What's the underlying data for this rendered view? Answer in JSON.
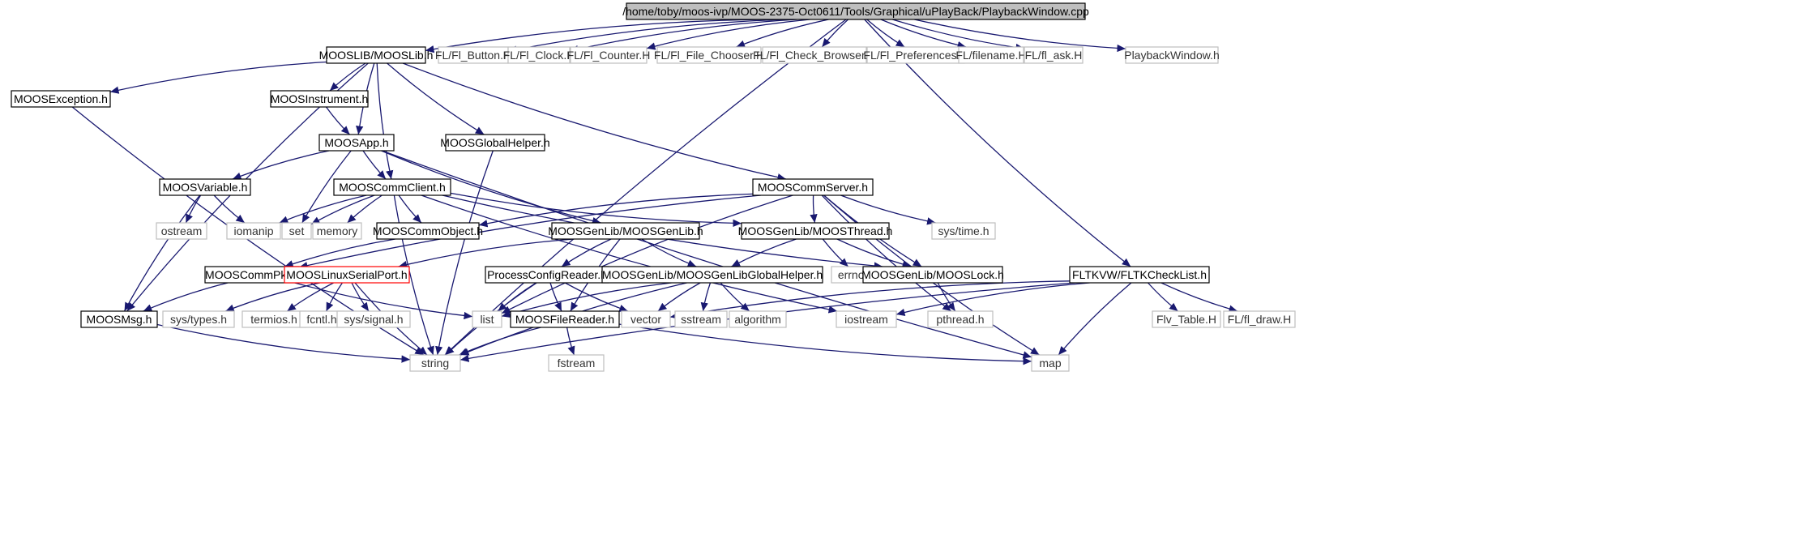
{
  "colors": {
    "edge": "#191970",
    "box_stroke": "#000000",
    "box_stroke_gray": "#bfbfbf",
    "box_stroke_red": "#ff0000",
    "text": "#000000",
    "text_gray": "#333333",
    "root_fill": "#bfbfbf"
  },
  "nodes": [
    {
      "id": "root",
      "label": "/home/toby/moos-ivp/MOOS-2375-Oct0611/Tools/Graphical/uPlayBack/PlaybackWindow.cpp",
      "style": "root"
    },
    {
      "id": "moosliblib",
      "label": "MOOSLIB/MOOSLib.h",
      "style": "normal"
    },
    {
      "id": "flbutton",
      "label": "FL/Fl_Button.H",
      "style": "gray"
    },
    {
      "id": "flclock",
      "label": "FL/Fl_Clock.H",
      "style": "gray"
    },
    {
      "id": "flcounter",
      "label": "FL/Fl_Counter.H",
      "style": "gray"
    },
    {
      "id": "flfilechooser",
      "label": "FL/Fl_File_Chooser.H",
      "style": "gray"
    },
    {
      "id": "flcheckbrowser",
      "label": "FL/Fl_Check_Browser.H",
      "style": "gray"
    },
    {
      "id": "flpreferences",
      "label": "FL/Fl_Preferences.H",
      "style": "gray"
    },
    {
      "id": "flfilename",
      "label": "FL/filename.H",
      "style": "gray"
    },
    {
      "id": "flask",
      "label": "FL/fl_ask.H",
      "style": "gray"
    },
    {
      "id": "playbackwindow",
      "label": "PlaybackWindow.h",
      "style": "gray"
    },
    {
      "id": "moosexception",
      "label": "MOOSException.h",
      "style": "normal"
    },
    {
      "id": "moosinstrument",
      "label": "MOOSInstrument.h",
      "style": "normal"
    },
    {
      "id": "moosapp",
      "label": "MOOSApp.h",
      "style": "normal"
    },
    {
      "id": "moosglobalhelper",
      "label": "MOOSGlobalHelper.h",
      "style": "normal"
    },
    {
      "id": "moosvariable",
      "label": "MOOSVariable.h",
      "style": "normal"
    },
    {
      "id": "mooscommclient",
      "label": "MOOSCommClient.h",
      "style": "normal"
    },
    {
      "id": "mooscommserver",
      "label": "MOOSCommServer.h",
      "style": "normal"
    },
    {
      "id": "ostream",
      "label": "ostream",
      "style": "gray"
    },
    {
      "id": "iomanip",
      "label": "iomanip",
      "style": "gray"
    },
    {
      "id": "set",
      "label": "set",
      "style": "gray"
    },
    {
      "id": "memory",
      "label": "memory",
      "style": "gray"
    },
    {
      "id": "mooscommobject",
      "label": "MOOSCommObject.h",
      "style": "normal"
    },
    {
      "id": "moosgenlib",
      "label": "MOOSGenLib/MOOSGenLib.h",
      "style": "normal"
    },
    {
      "id": "moosthread",
      "label": "MOOSGenLib/MOOSThread.h",
      "style": "normal"
    },
    {
      "id": "systime",
      "label": "sys/time.h",
      "style": "gray"
    },
    {
      "id": "mooscommpkt",
      "label": "MOOSCommPkt.h",
      "style": "normal"
    },
    {
      "id": "mooslinuxserial",
      "label": "MOOSLinuxSerialPort.h",
      "style": "red"
    },
    {
      "id": "processconfig",
      "label": "ProcessConfigReader.h",
      "style": "normal"
    },
    {
      "id": "moosgenlibglobal",
      "label": "MOOSGenLib/MOOSGenLibGlobalHelper.h",
      "style": "normal"
    },
    {
      "id": "errno",
      "label": "errno.h",
      "style": "gray"
    },
    {
      "id": "mooslock",
      "label": "MOOSGenLib/MOOSLock.h",
      "style": "normal"
    },
    {
      "id": "fltkchecklist",
      "label": "FLTKVW/FLTKCheckList.h",
      "style": "normal"
    },
    {
      "id": "moosmsg",
      "label": "MOOSMsg.h",
      "style": "normal"
    },
    {
      "id": "systypes",
      "label": "sys/types.h",
      "style": "gray"
    },
    {
      "id": "termios",
      "label": "termios.h",
      "style": "gray"
    },
    {
      "id": "fcntl",
      "label": "fcntl.h",
      "style": "gray"
    },
    {
      "id": "syssignal",
      "label": "sys/signal.h",
      "style": "gray"
    },
    {
      "id": "list",
      "label": "list",
      "style": "gray"
    },
    {
      "id": "moosfilereader",
      "label": "MOOSFileReader.h",
      "style": "normal"
    },
    {
      "id": "vector",
      "label": "vector",
      "style": "gray"
    },
    {
      "id": "sstream",
      "label": "sstream",
      "style": "gray"
    },
    {
      "id": "algorithm",
      "label": "algorithm",
      "style": "gray"
    },
    {
      "id": "iostream",
      "label": "iostream",
      "style": "gray"
    },
    {
      "id": "pthread",
      "label": "pthread.h",
      "style": "gray"
    },
    {
      "id": "flvtable",
      "label": "Flv_Table.H",
      "style": "gray"
    },
    {
      "id": "fldraw",
      "label": "FL/fl_draw.H",
      "style": "gray"
    },
    {
      "id": "string",
      "label": "string",
      "style": "gray"
    },
    {
      "id": "fstream",
      "label": "fstream",
      "style": "gray"
    },
    {
      "id": "map",
      "label": "map",
      "style": "gray"
    }
  ],
  "edges": [
    [
      "root",
      "moosliblib"
    ],
    [
      "root",
      "flbutton"
    ],
    [
      "root",
      "flclock"
    ],
    [
      "root",
      "flcounter"
    ],
    [
      "root",
      "flfilechooser"
    ],
    [
      "root",
      "flcheckbrowser"
    ],
    [
      "root",
      "flpreferences"
    ],
    [
      "root",
      "flfilename"
    ],
    [
      "root",
      "flask"
    ],
    [
      "root",
      "playbackwindow"
    ],
    [
      "root",
      "fltkchecklist"
    ],
    [
      "root",
      "string"
    ],
    [
      "moosliblib",
      "moosexception"
    ],
    [
      "moosliblib",
      "moosinstrument"
    ],
    [
      "moosliblib",
      "moosapp"
    ],
    [
      "moosliblib",
      "moosglobalhelper"
    ],
    [
      "moosliblib",
      "mooscommclient"
    ],
    [
      "moosliblib",
      "mooscommserver"
    ],
    [
      "moosliblib",
      "moosmsg"
    ],
    [
      "moosexception",
      "string"
    ],
    [
      "moosinstrument",
      "moosapp"
    ],
    [
      "moosapp",
      "moosvariable"
    ],
    [
      "moosapp",
      "mooscommclient"
    ],
    [
      "moosapp",
      "set"
    ],
    [
      "moosapp",
      "moosgenlib"
    ],
    [
      "moosapp",
      "map"
    ],
    [
      "moosglobalhelper",
      "string"
    ],
    [
      "moosvariable",
      "ostream"
    ],
    [
      "moosvariable",
      "iomanip"
    ],
    [
      "moosvariable",
      "moosmsg"
    ],
    [
      "mooscommclient",
      "iomanip"
    ],
    [
      "mooscommclient",
      "set"
    ],
    [
      "mooscommclient",
      "memory"
    ],
    [
      "mooscommclient",
      "mooscommobject"
    ],
    [
      "mooscommclient",
      "string"
    ],
    [
      "mooscommclient",
      "moosthread"
    ],
    [
      "mooscommclient",
      "mooslock"
    ],
    [
      "mooscommclient",
      "iostream"
    ],
    [
      "mooscommserver",
      "mooscommobject"
    ],
    [
      "mooscommserver",
      "mooscommpkt"
    ],
    [
      "mooscommserver",
      "list"
    ],
    [
      "mooscommserver",
      "moosthread"
    ],
    [
      "mooscommserver",
      "mooslock"
    ],
    [
      "mooscommserver",
      "systime"
    ],
    [
      "mooscommserver",
      "pthread"
    ],
    [
      "mooscommserver",
      "map"
    ],
    [
      "mooscommobject",
      "mooscommpkt"
    ],
    [
      "moosgenlib",
      "mooslinuxserial"
    ],
    [
      "moosgenlib",
      "processconfig"
    ],
    [
      "moosgenlib",
      "moosgenlibglobal"
    ],
    [
      "moosgenlib",
      "moosfilereader"
    ],
    [
      "moosthread",
      "moosgenlibglobal"
    ],
    [
      "moosthread",
      "errno"
    ],
    [
      "moosthread",
      "mooslock"
    ],
    [
      "mooscommpkt",
      "moosmsg"
    ],
    [
      "mooscommpkt",
      "list"
    ],
    [
      "mooslinuxserial",
      "systypes"
    ],
    [
      "mooslinuxserial",
      "termios"
    ],
    [
      "mooslinuxserial",
      "fcntl"
    ],
    [
      "mooslinuxserial",
      "syssignal"
    ],
    [
      "mooslinuxserial",
      "string"
    ],
    [
      "processconfig",
      "list"
    ],
    [
      "processconfig",
      "vector"
    ],
    [
      "processconfig",
      "moosfilereader"
    ],
    [
      "processconfig",
      "string"
    ],
    [
      "moosgenlibglobal",
      "list"
    ],
    [
      "moosgenlibglobal",
      "vector"
    ],
    [
      "moosgenlibglobal",
      "sstream"
    ],
    [
      "moosgenlibglobal",
      "algorithm"
    ],
    [
      "moosgenlibglobal",
      "string"
    ],
    [
      "mooslock",
      "pthread"
    ],
    [
      "fltkchecklist",
      "vector"
    ],
    [
      "fltkchecklist",
      "iostream"
    ],
    [
      "fltkchecklist",
      "flvtable"
    ],
    [
      "fltkchecklist",
      "fldraw"
    ],
    [
      "fltkchecklist",
      "string"
    ],
    [
      "fltkchecklist",
      "map"
    ],
    [
      "moosmsg",
      "string"
    ],
    [
      "moosfilereader",
      "string"
    ],
    [
      "moosfilereader",
      "fstream"
    ],
    [
      "moosfilereader",
      "map"
    ]
  ]
}
